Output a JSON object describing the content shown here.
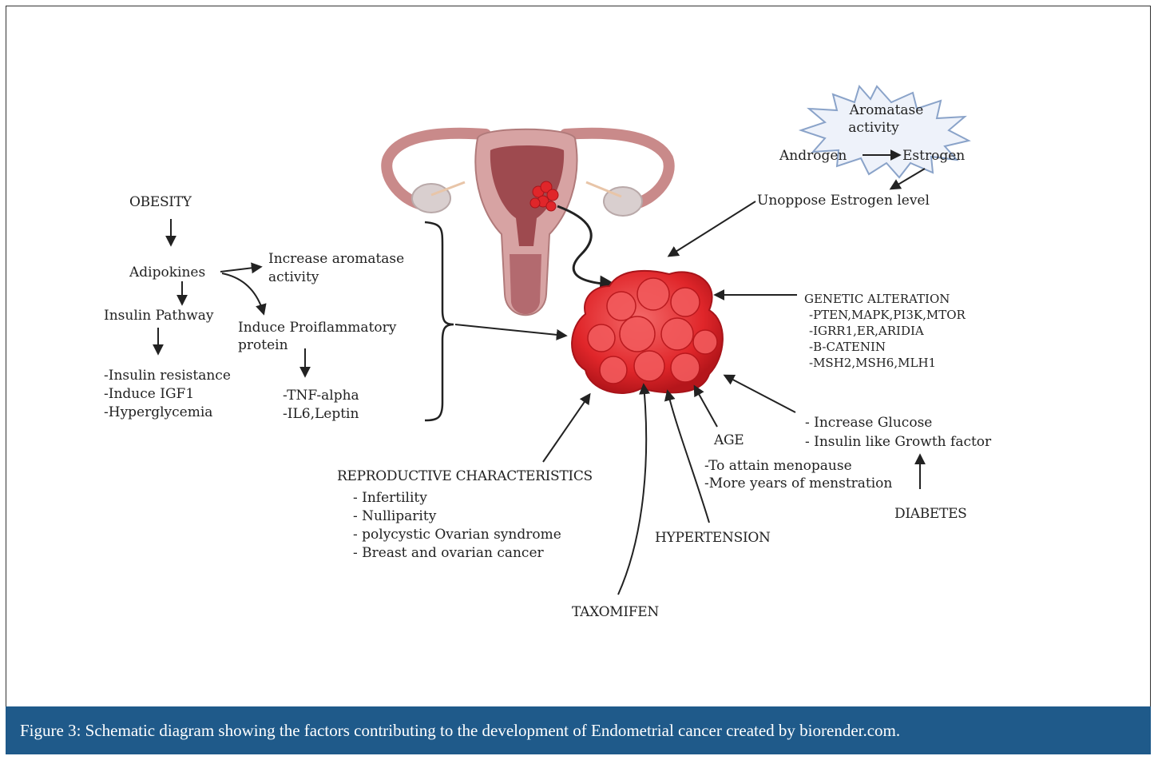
{
  "caption": "Figure 3: Schematic diagram showing the factors contributing to the development of Endometrial cancer created by biorender.com.",
  "aromatase": {
    "line1": "Aromatase",
    "line2": "activity",
    "androgen": "Androgen",
    "estrogen": "Estrogen",
    "unopposed": "Unoppose Estrogen level"
  },
  "obesity": {
    "title": "OBESITY",
    "adipokines": "Adipokines",
    "aromatase_line1": "Increase aromatase",
    "aromatase_line2": "activity",
    "insulin_pathway": "Insulin Pathway",
    "proinflam_line1": "Induce Proiflammatory",
    "proinflam_line2": "protein",
    "insulin_effects": [
      "-Insulin resistance",
      "-Induce IGF1",
      "-Hyperglycemia"
    ],
    "cytokines": [
      "-TNF-alpha",
      "-IL6,Leptin"
    ]
  },
  "genetic": {
    "title": "GENETIC ALTERATION",
    "items": [
      "-PTEN,MAPK,PI3K,MTOR",
      "-IGRR1,ER,ARIDIA",
      "-B-CATENIN",
      "-MSH2,MSH6,MLH1"
    ]
  },
  "diabetes": {
    "title": "DIABETES",
    "effects": [
      "- Increase Glucose",
      "- Insulin like Growth factor"
    ]
  },
  "age": {
    "title": "AGE",
    "effects": [
      "-To attain menopause",
      "-More years of menstration"
    ]
  },
  "hypertension": "HYPERTENSION",
  "tamoxifen": "TAXOMIFEN",
  "reproductive": {
    "title": "REPRODUCTIVE CHARACTERISTICS",
    "items": [
      "- Infertility",
      "- Nulliparity",
      "- polycystic Ovarian syndrome",
      "- Breast and ovarian cancer"
    ]
  },
  "colors": {
    "tumor": "#e0262a",
    "tumor_light": "#f25a5c",
    "uterus": "#c98a8a",
    "uterus_inner": "#9e4a4f",
    "caption_bar": "#1f5a8a",
    "burst_stroke": "#8aa3c9",
    "burst_fill": "#eef2fa"
  }
}
